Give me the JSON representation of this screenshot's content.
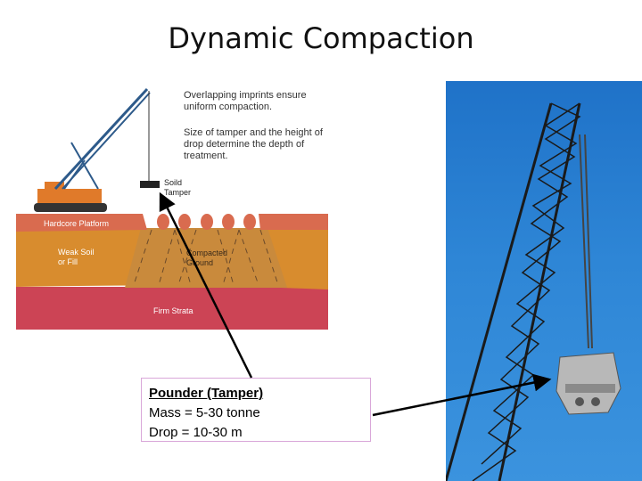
{
  "slide": {
    "title": "Dynamic Compaction"
  },
  "diagram": {
    "caption_1": "Overlapping imprints ensure uniform compaction.",
    "caption_2": "Size of tamper and the height of drop determine the depth of treatment.",
    "labels": {
      "tamper": "Soild\nTamper",
      "hardcore": "Hardcore Platform",
      "weak_soil": "Weak Soil\nor Fill",
      "compacted": "Compacted\nGround",
      "firm": "Firm Strata"
    },
    "colors": {
      "crane": "#e07a2a",
      "hardcore": "#d96b4f",
      "weak_soil": "#d88c2e",
      "compacted": "#c98a3c",
      "firm": "#cc4455"
    }
  },
  "info_box": {
    "heading": "Pounder (Tamper)",
    "line_1": "Mass = 5-30 tonne",
    "line_2": "Drop = 10-30 m"
  },
  "photo": {
    "icon": "crane-pounder-photo"
  }
}
